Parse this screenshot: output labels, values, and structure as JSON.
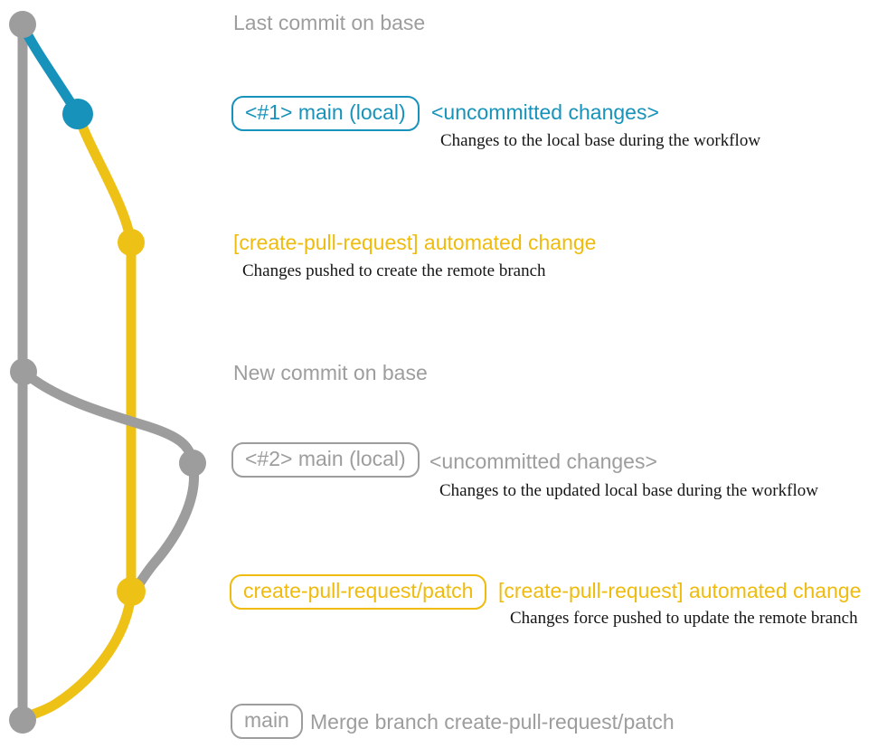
{
  "colors": {
    "background": "#FFFFFF",
    "gray": "#9D9D9D",
    "blue": "#1793BB",
    "yellow": "#EEC117",
    "yellow_text": "#EFBB0D",
    "ink": "#151515"
  },
  "annotations": {
    "last_commit_caption": "Last commit on base",
    "new_commit_caption": "New commit on base",
    "row1": {
      "badge": "<#1> main (local)",
      "label": "<uncommitted changes>",
      "description": "Changes to the local base during the workflow"
    },
    "row2": {
      "label": "[create-pull-request] automated change",
      "description": "Changes pushed to create the remote branch"
    },
    "row3": {
      "badge": "<#2> main (local)",
      "label": "<uncommitted changes>",
      "description": "Changes to the updated local base during the workflow"
    },
    "row4": {
      "badge": "create-pull-request/patch",
      "label": "[create-pull-request] automated change",
      "description": "Changes force pushed to update the remote branch"
    },
    "row5": {
      "badge": "main",
      "label": "Merge branch create-pull-request/patch"
    }
  },
  "graph": {
    "branches": [
      "base",
      "main (local)",
      "create-pull-request/patch"
    ],
    "nodes": [
      {
        "id": "base-last-commit",
        "color": "gray"
      },
      {
        "id": "main-local-uncommitted-1",
        "color": "blue"
      },
      {
        "id": "patch-automated-commit-1",
        "color": "yellow"
      },
      {
        "id": "base-new-commit",
        "color": "gray"
      },
      {
        "id": "main-local-uncommitted-2",
        "color": "gray"
      },
      {
        "id": "patch-automated-commit-2",
        "color": "yellow"
      },
      {
        "id": "base-merge-commit",
        "color": "gray"
      }
    ]
  }
}
